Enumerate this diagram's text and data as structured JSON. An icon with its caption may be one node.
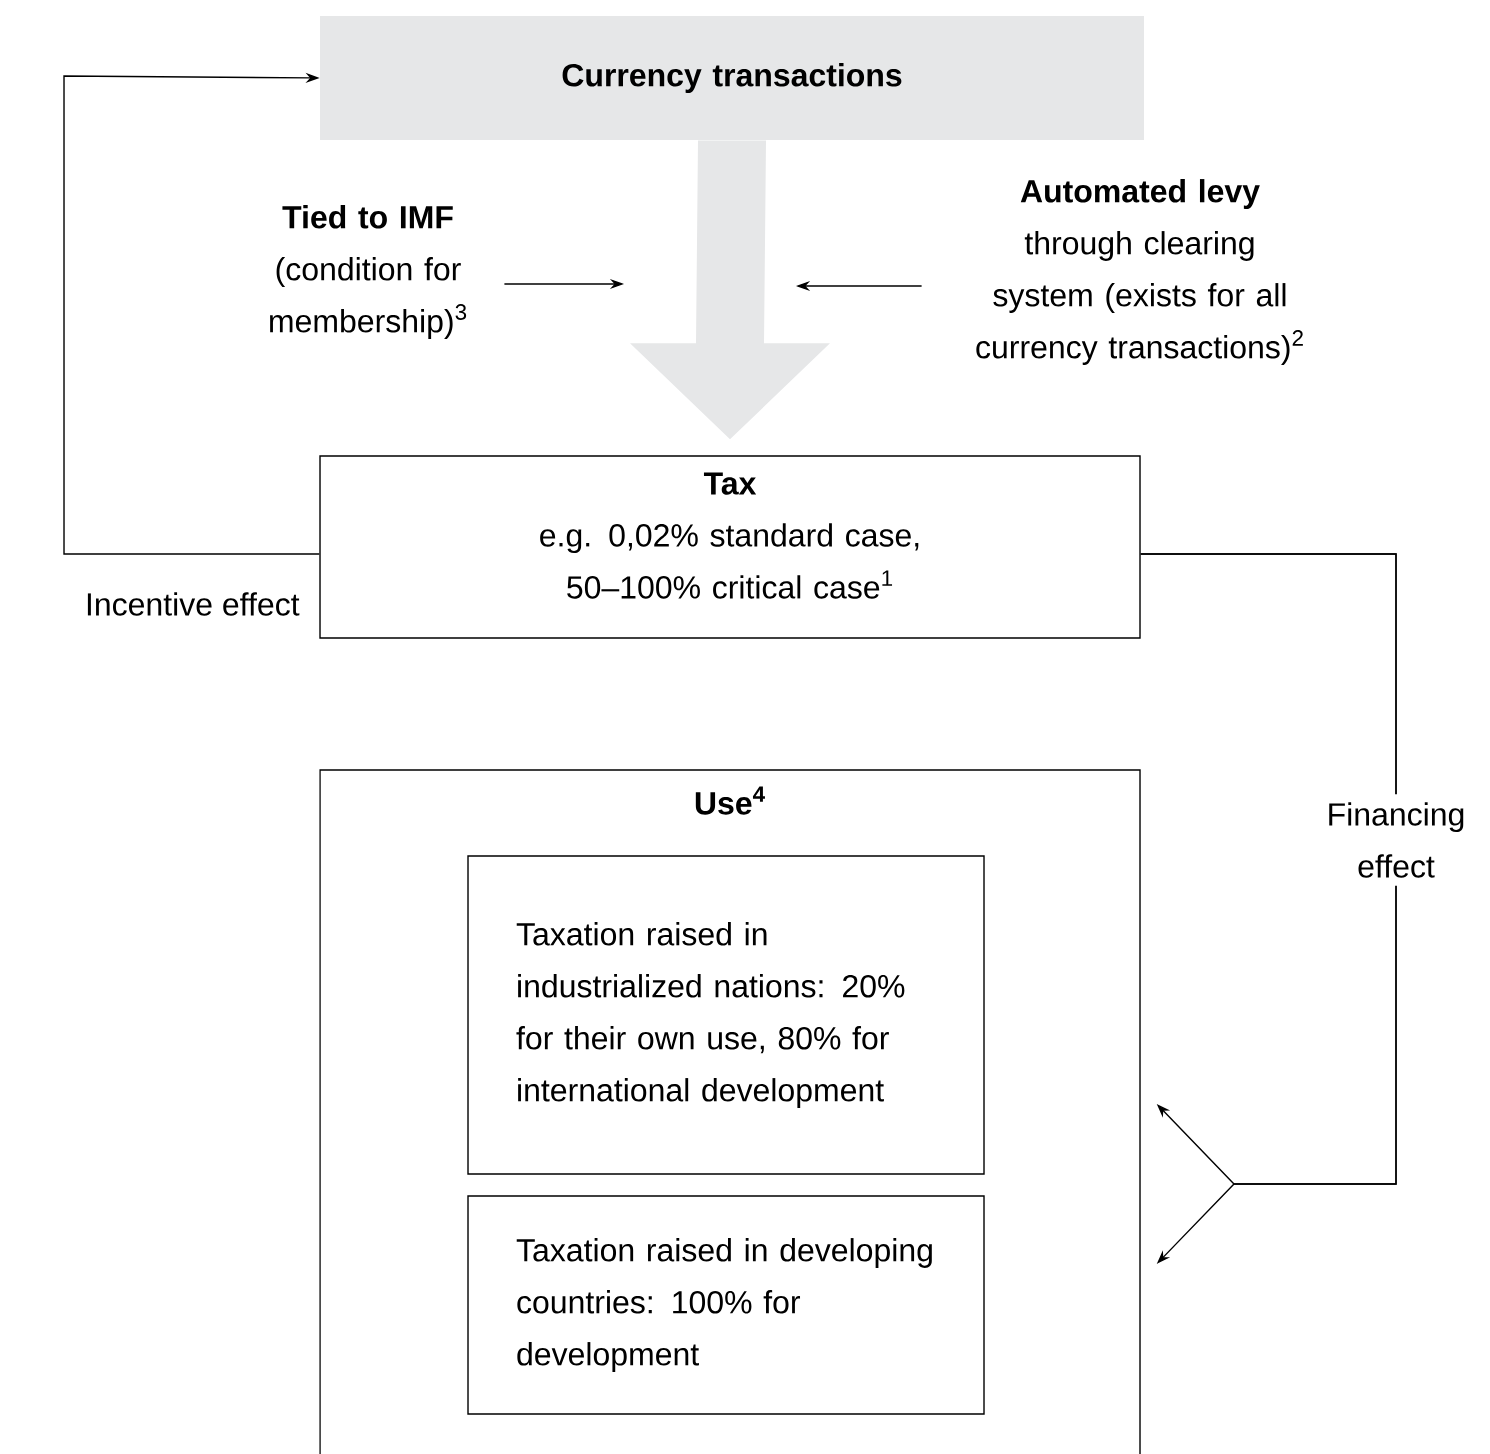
{
  "diagram": {
    "nodes": [
      {
        "text": [
          "Currency transactions"
        ]
      },
      {
        "text": [
          "Tied to IMF",
          "(condition for membership)$^{3}$"
        ]
      },
      {
        "text": [
          "Automated levy",
          "through clearing system (exists for all currency transactions)$^{2}$"
        ]
      },
      {
        "text": [
          "Tax",
          "e.g. 0,02% standard case, 50–100% critical case$^{1}$"
        ]
      },
      {
        "text": [
          "Use$^{4}$"
        ]
      },
      {
        "text": [
          "Taxation raised in industrialized nations: 20% for their own use, 80% for international development"
        ],
        "in": 4
      },
      {
        "text": [
          "Taxation raised in developing countries: 100% for development"
        ],
        "in": 4
      }
    ],
    "edges": [
      {
        "from": 0,
        "to": 3,
        "arrow": "to",
        "style": "thick",
        "color": "#e6e7e8"
      },
      {
        "from": 1,
        "to": null,
        "arrow": "to"
      },
      {
        "from": 2,
        "to": null,
        "arrow": "to"
      },
      {
        "from": 3,
        "to": 0,
        "arrow": "to",
        "label": "Incentive effect"
      },
      {
        "from": 3,
        "to": 4,
        "arrow": "to",
        "label": "Financing effect"
      },
      {
        "from": 3,
        "to": 4,
        "arrow": "to"
      }
    ]
  }
}
